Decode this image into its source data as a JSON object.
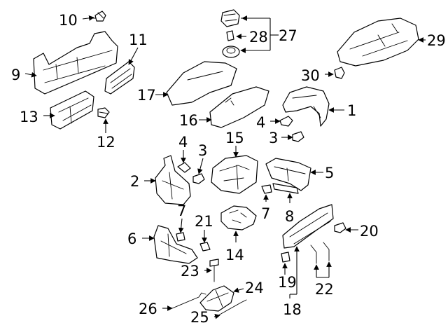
{
  "callouts": {
    "c1": "1",
    "c2": "2",
    "c3a": "3",
    "c3b": "3",
    "c4a": "4",
    "c4b": "4",
    "c5": "5",
    "c6": "6",
    "c7a": "7",
    "c7b": "7",
    "c8": "8",
    "c9": "9",
    "c10": "10",
    "c11": "11",
    "c12": "12",
    "c13": "13",
    "c14": "14",
    "c15": "15",
    "c16": "16",
    "c17": "17",
    "c18": "18",
    "c19": "19",
    "c20": "20",
    "c21": "21",
    "c22": "22",
    "c23": "23",
    "c24": "24",
    "c25": "25",
    "c26": "26",
    "c27": "27",
    "c28": "28",
    "c29": "29",
    "c30": "30"
  }
}
